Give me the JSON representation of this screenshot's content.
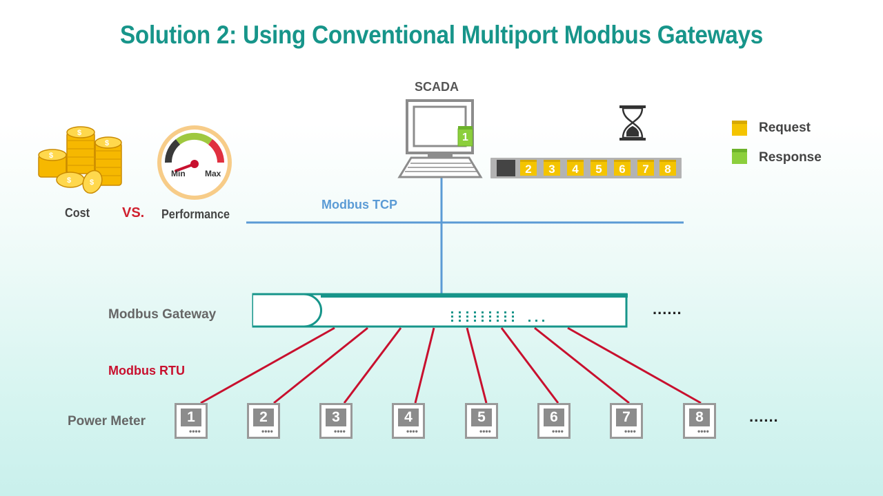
{
  "title": "Solution 2: Using Conventional Multiport Modbus Gateways",
  "left_panel": {
    "cost_label": "Cost",
    "vs_label": "VS.",
    "performance_label": "Performance",
    "gauge_min": "Min",
    "gauge_max": "Max",
    "coin_symbol": "$"
  },
  "scada": {
    "label": "SCADA",
    "response_on_screen": "1",
    "icons": [
      "computer-icon",
      "hourglass-icon"
    ]
  },
  "queue": {
    "items": [
      "2",
      "3",
      "4",
      "5",
      "6",
      "7",
      "8"
    ]
  },
  "legend": {
    "request_label": "Request",
    "response_label": "Response",
    "request_color": "#f4c400",
    "response_color": "#8ccf3c"
  },
  "network": {
    "tcp_label": "Modbus TCP",
    "tcp_color": "#5b9bd5",
    "gateway_label": "Modbus Gateway",
    "gateway_color": "#17958a",
    "rtu_label": "Modbus RTU",
    "rtu_color": "#c8102e",
    "gateway_ellipsis": "......"
  },
  "power_meters": {
    "label": "Power Meter",
    "items": [
      "1",
      "2",
      "3",
      "4",
      "5",
      "6",
      "7",
      "8"
    ],
    "ellipsis": "......"
  }
}
